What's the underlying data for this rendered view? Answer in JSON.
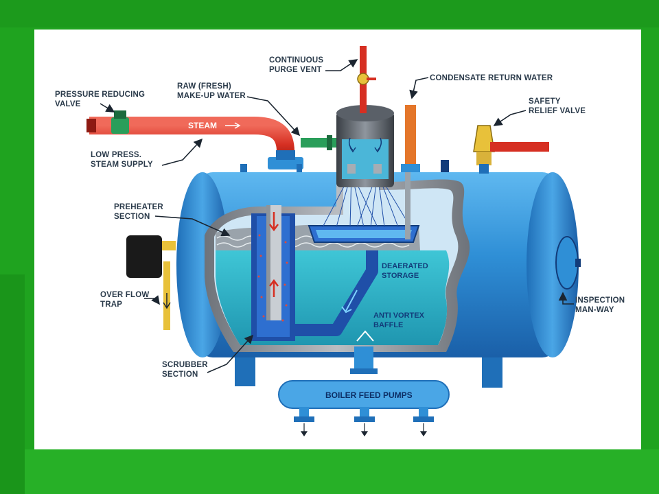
{
  "labels": {
    "pressure_reducing_valve": [
      "PRESSURE REDUCING",
      "VALVE"
    ],
    "raw_make_up_water": [
      "RAW (FRESH)",
      "MAKE-UP WATER"
    ],
    "continuous_purge_vent": [
      "CONTINUOUS",
      "PURGE VENT"
    ],
    "condensate_return_water": [
      "CONDENSATE RETURN WATER"
    ],
    "safety_relief_valve": [
      "SAFETY",
      "RELIEF VALVE"
    ],
    "low_press_steam_supply": [
      "LOW PRESS.",
      "STEAM SUPPLY"
    ],
    "preheater_section": [
      "PREHEATER",
      "SECTION"
    ],
    "over_flow_trap": [
      "OVER FLOW",
      "TRAP"
    ],
    "deaerated_storage": [
      "DEAERATED",
      "STORAGE"
    ],
    "anti_vortex_baffle": [
      "ANTI VORTEX",
      "BAFFLE"
    ],
    "inspection_man_way": [
      "INSPECTION",
      "MAN-WAY"
    ],
    "scrubber_section": [
      "SCRUBBER",
      "SECTION"
    ],
    "steam": "STEAM",
    "boiler_feed_pumps": "BOILER FEED PUMPS"
  },
  "colors": {
    "background_green": "#1fa31f",
    "tank_blue": "#2f8fd6",
    "water_teal": "#2bb3c4",
    "steam_red": "#d93a2b",
    "shell_gray": "#8a8f96"
  }
}
